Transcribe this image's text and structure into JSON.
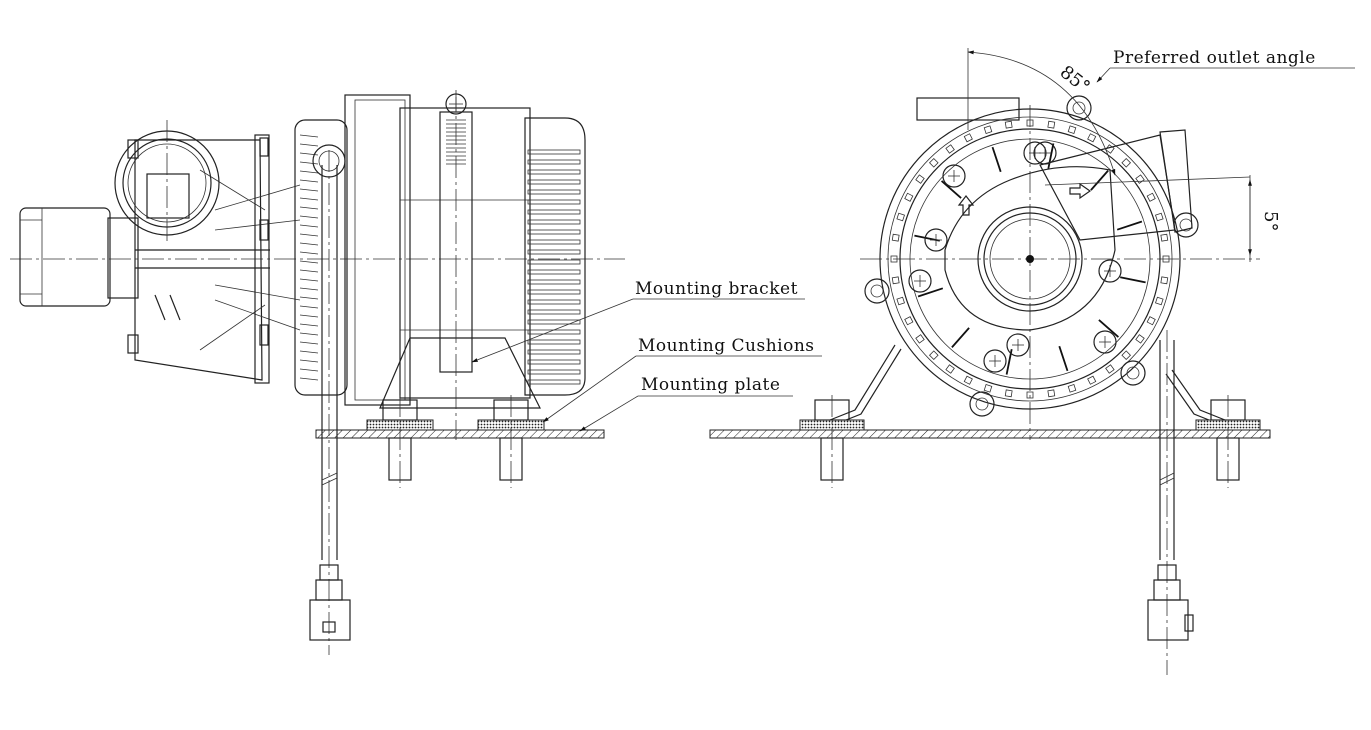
{
  "labels": {
    "mounting_bracket": "Mounting bracket",
    "mounting_cushions": "Mounting Cushions",
    "mounting_plate": "Mounting plate",
    "preferred_outlet_angle": "Preferred outlet angle"
  },
  "angles": {
    "outlet_angle": "85°",
    "tilt_angle": "5°"
  },
  "colors": {
    "line": "#222222",
    "background": "#ffffff"
  }
}
